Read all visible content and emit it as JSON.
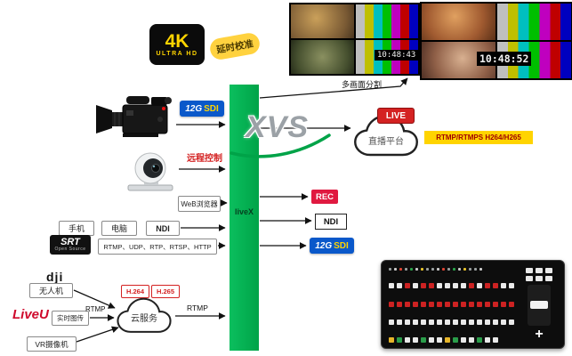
{
  "badges": {
    "fourk_top": "4K",
    "fourk_bottom": "ULTRA HD",
    "delay": "延时校准",
    "sdi_12g": "12G",
    "sdi_sdi": "SDI",
    "live": "LIVE",
    "rec": "REC",
    "ndi_out": "NDI",
    "banner": "RTMP/RTMPS H264/H265",
    "h264": "H.264",
    "h265": "H.265",
    "srt": "SRT",
    "srt_sub": "Open Source"
  },
  "labels": {
    "multi_split": "多画面分割",
    "remote_control": "远程控制",
    "web_browser": "WeB浏览器",
    "phone": "手机",
    "pc": "电脑",
    "ndi_in": "NDI",
    "protocols": "RTMP、UDP、RTP、RTSP、HTTP",
    "drone": "无人机",
    "transmitter": "实时图传",
    "vr_camera": "VR摄像机",
    "rtmp_in": "RTMP",
    "rtmp_mid": "RTMP",
    "cloud_service": "云服务",
    "cloud_platform": "直播平台",
    "livex": "liveX",
    "xvs": "XVS",
    "dji": "dji",
    "liveu": "LiveU"
  },
  "monitors": {
    "left": {
      "timecode": "10:48:43",
      "cells": [
        "scene-a",
        "bars",
        "scene-b",
        "bars"
      ]
    },
    "right": {
      "timecode": "10:48:52",
      "cells": [
        "scene-c",
        "bars",
        "scene-d",
        "bars"
      ]
    }
  },
  "colors": {
    "green_bar": "#00A348",
    "blue_badge": "#0A58CA",
    "red_accent": "#D42222",
    "yellow_accent": "#FFD400"
  },
  "switcher": {
    "rows": [
      {
        "n": 18,
        "size": 3,
        "colors": [
          "#9aa0a0",
          "#cbcbcb",
          "#d43",
          "#9aa0a0",
          "#2aa34a",
          "#cbcbcb",
          "#e6c22a",
          "#9aa0a0"
        ]
      },
      {
        "n": 16,
        "size": 6,
        "colors": [
          "#e9e9e9",
          "#e9e9e9",
          "#cc2222",
          "#e9e9e9",
          "#cc2222",
          "#cc2222",
          "#e9e9e9",
          "#e9e9e9"
        ]
      },
      {
        "n": 16,
        "size": 6,
        "colors": [
          "#cc2222"
        ]
      },
      {
        "n": 16,
        "size": 6,
        "colors": [
          "#e9e9e9"
        ]
      },
      {
        "n": 14,
        "size": 6,
        "colors": [
          "#e6b52a",
          "#2a9d4a",
          "#e9e9e9",
          "#e9e9e9",
          "#2a9d4a",
          "#e9e9e9",
          "#e9e9e9"
        ]
      }
    ]
  }
}
